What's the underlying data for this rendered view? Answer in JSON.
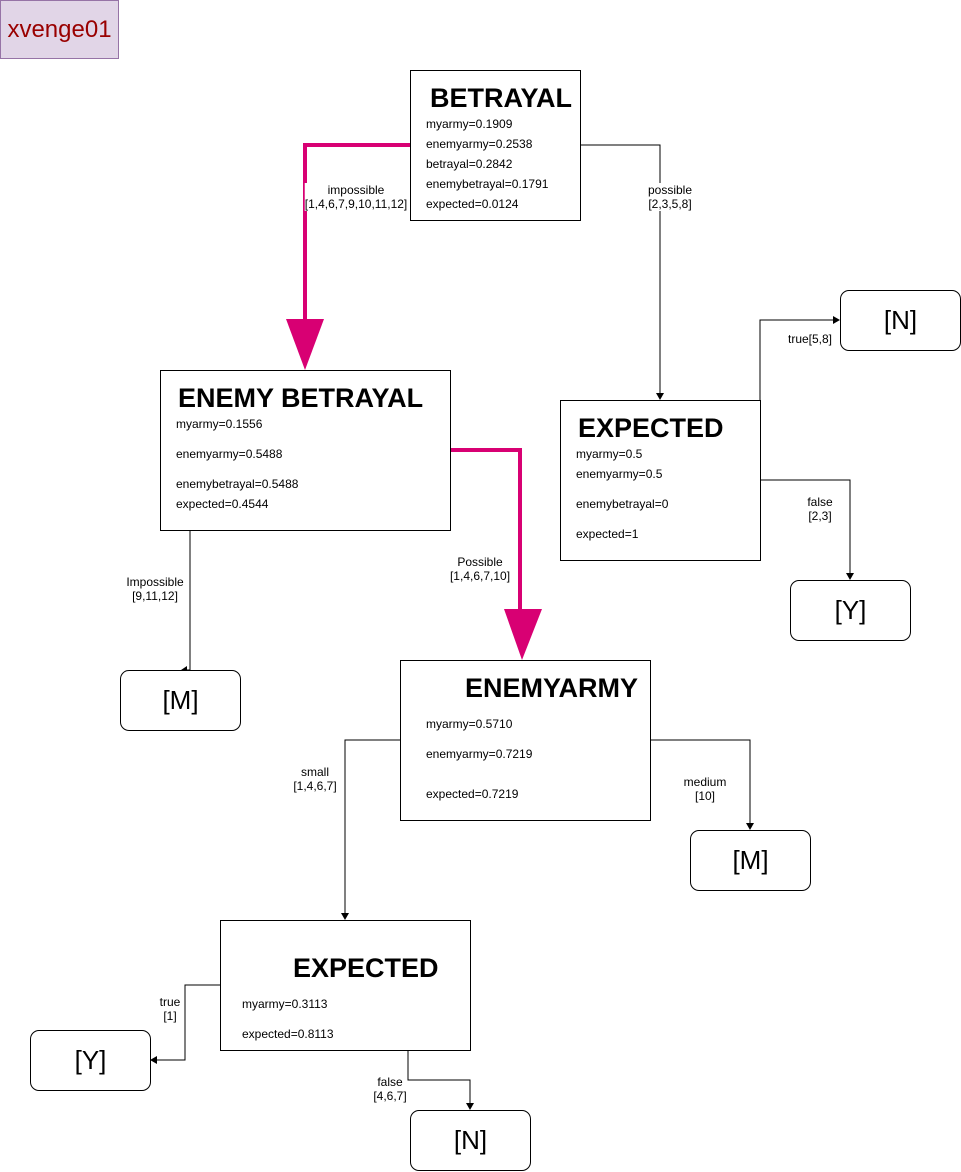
{
  "tag": "xvenge01",
  "nodes": {
    "betrayal": {
      "title": "BETRAYAL",
      "attrs": [
        "myarmy=0.1909",
        "enemyarmy=0.2538",
        "betrayal=0.2842",
        "enemybetrayal=0.1791",
        "expected=0.0124"
      ]
    },
    "enemy_betrayal": {
      "title": "ENEMY BETRAYAL",
      "attrs": [
        "myarmy=0.1556",
        "enemyarmy=0.5488",
        "enemybetrayal=0.5488",
        "expected=0.4544"
      ]
    },
    "expected_right": {
      "title": "EXPECTED",
      "attrs": [
        "myarmy=0.5",
        "enemyarmy=0.5",
        "enemybetrayal=0",
        "expected=1"
      ]
    },
    "enemyarmy": {
      "title": "ENEMYARMY",
      "attrs": [
        "myarmy=0.5710",
        "enemyarmy=0.7219",
        "expected=0.7219"
      ]
    },
    "expected_bottom": {
      "title": "EXPECTED",
      "attrs": [
        "myarmy=0.3113",
        "expected=0.8113"
      ]
    }
  },
  "leaves": {
    "n_top": "[N]",
    "y_right": "[Y]",
    "m_left": "[M]",
    "m_right": "[M]",
    "y_bottom": "[Y]",
    "n_bottom": "[N]"
  },
  "edges": {
    "impossible": {
      "line1": "impossible",
      "line2": "[1,4,6,7,9,10,11,12]"
    },
    "possible": {
      "line1": "possible",
      "line2": "[2,3,5,8]"
    },
    "true_58": {
      "line1": "true[5,8]",
      "line2": ""
    },
    "false_23": {
      "line1": "false",
      "line2": "[2,3]"
    },
    "impossible_cap": {
      "line1": "Impossible",
      "line2": "[9,11,12]"
    },
    "possible_cap": {
      "line1": "Possible",
      "line2": "[1,4,6,7,10]"
    },
    "small": {
      "line1": "small",
      "line2": "[1,4,6,7]"
    },
    "medium": {
      "line1": "medium",
      "line2": "[10]"
    },
    "true_1": {
      "line1": "true",
      "line2": "[1]"
    },
    "false_467": {
      "line1": "false",
      "line2": "[4,6,7]"
    }
  },
  "colors": {
    "highlight": "#d80073",
    "edge": "#000000",
    "tag_fill": "#e1d5e7",
    "tag_text": "#990000"
  }
}
